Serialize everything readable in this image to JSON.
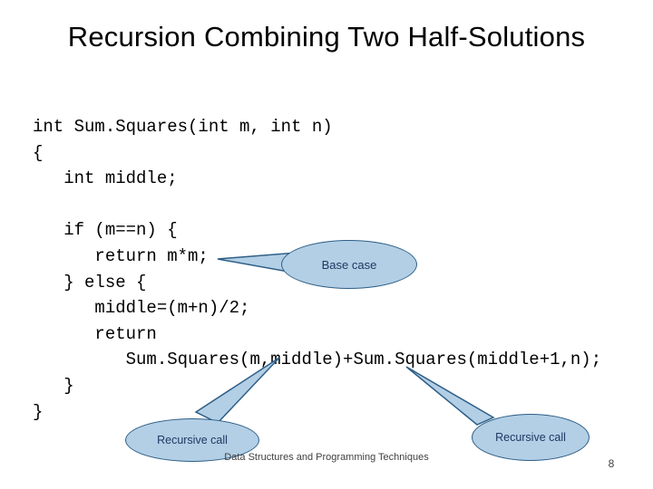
{
  "slide": {
    "title": "Recursion Combining Two Half-Solutions",
    "code": "int Sum.Squares(int m, int n)\n{\n   int middle;\n\n   if (m==n) {\n      return m*m;\n   } else {\n      middle=(m+n)/2;\n      return\n         Sum.Squares(m,middle)+Sum.Squares(middle+1,n);\n   }\n}",
    "callouts": [
      {
        "id": "base-case",
        "label": "Base case"
      },
      {
        "id": "recursive-call-left",
        "label": "Recursive call"
      },
      {
        "id": "recursive-call-right",
        "label": "Recursive call"
      }
    ],
    "footer": "Data Structures and Programming Techniques",
    "page_number": "8",
    "colors": {
      "callout_fill": "#b3cfe5",
      "callout_border": "#2d5e87",
      "callout_text": "#1f3864",
      "footer_text": "#404040"
    }
  }
}
